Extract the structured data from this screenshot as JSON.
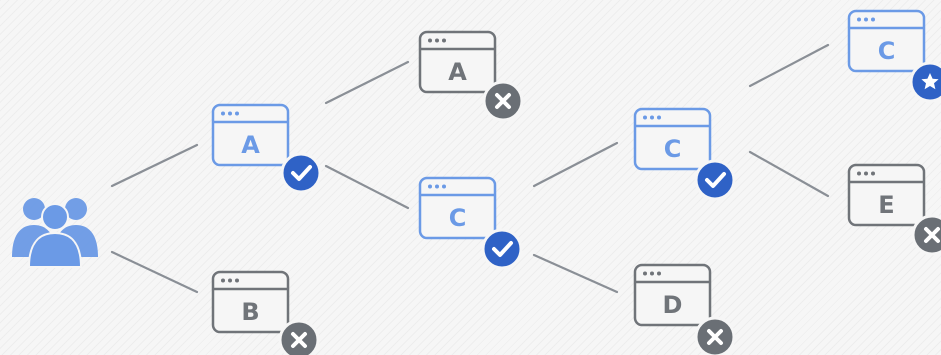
{
  "colors": {
    "accent_blue": "#6b9ae6",
    "status_blue": "#2f62c6",
    "neutral_gray": "#707479",
    "status_gray": "#6a6f75",
    "line_gray": "#8a8f96"
  },
  "diagram": {
    "user_group": {
      "icon": "users-group-icon"
    },
    "nodes": [
      {
        "id": "a1",
        "label": "A",
        "status": "accepted",
        "status_icon": "check-icon"
      },
      {
        "id": "b1",
        "label": "B",
        "status": "rejected",
        "status_icon": "close-icon"
      },
      {
        "id": "a2",
        "label": "A",
        "status": "rejected",
        "status_icon": "close-icon"
      },
      {
        "id": "c2",
        "label": "C",
        "status": "accepted",
        "status_icon": "check-icon"
      },
      {
        "id": "c3",
        "label": "C",
        "status": "accepted",
        "status_icon": "check-icon"
      },
      {
        "id": "d3",
        "label": "D",
        "status": "rejected",
        "status_icon": "close-icon"
      },
      {
        "id": "c4",
        "label": "C",
        "status": "starred",
        "status_icon": "star-icon"
      },
      {
        "id": "e4",
        "label": "E",
        "status": "rejected",
        "status_icon": "close-icon"
      }
    ],
    "edges": [
      {
        "from": "users",
        "to": "a1"
      },
      {
        "from": "users",
        "to": "b1"
      },
      {
        "from": "a1",
        "to": "a2"
      },
      {
        "from": "a1",
        "to": "c2"
      },
      {
        "from": "c2",
        "to": "c3"
      },
      {
        "from": "c2",
        "to": "d3"
      },
      {
        "from": "c3",
        "to": "c4"
      },
      {
        "from": "c3",
        "to": "e4"
      }
    ]
  }
}
